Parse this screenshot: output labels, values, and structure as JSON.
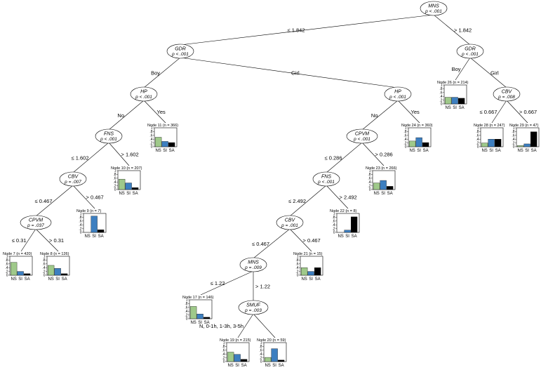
{
  "colors": {
    "NS": "#9fc98a",
    "SI": "#3d7fc0",
    "SA": "#000000",
    "stroke": "#000000"
  },
  "categories": [
    "NS",
    "SI",
    "SA"
  ],
  "y_ticks": [
    "0",
    ".2",
    ".4",
    ".6",
    ".8",
    "1"
  ],
  "inner_nodes": [
    {
      "id": "n1",
      "label": "MNS",
      "p": "p < .001"
    },
    {
      "id": "n2",
      "label": "GDR",
      "p": "p < .001"
    },
    {
      "id": "n3",
      "label": "HP",
      "p": "p < .001"
    },
    {
      "id": "n4",
      "label": "FNS",
      "p": "p < .001"
    },
    {
      "id": "n5",
      "label": "CBV",
      "p": "p = .007"
    },
    {
      "id": "n6",
      "label": "CPVM",
      "p": "p = .037"
    },
    {
      "id": "n12",
      "label": "HP",
      "p": "p < .001"
    },
    {
      "id": "n13",
      "label": "CPVM",
      "p": "p < .001"
    },
    {
      "id": "n14",
      "label": "FNS",
      "p": "p < .001"
    },
    {
      "id": "n15",
      "label": "CBV",
      "p": "p = .001"
    },
    {
      "id": "n16",
      "label": "MNS",
      "p": "p = .009"
    },
    {
      "id": "n18",
      "label": "SMUF",
      "p": "p = .003"
    },
    {
      "id": "n25",
      "label": "GDR",
      "p": "p < .001"
    },
    {
      "id": "n27",
      "label": "CBV",
      "p": "p = .008"
    }
  ],
  "edges": [
    {
      "from": "n1",
      "to": "n2",
      "label": "≤ 1.842"
    },
    {
      "from": "n1",
      "to": "n25",
      "label": "> 1.842"
    },
    {
      "from": "n2",
      "to": "n3",
      "label": "Boy"
    },
    {
      "from": "n2",
      "to": "n12",
      "label": "Girl"
    },
    {
      "from": "n3",
      "to": "n4",
      "label": "No"
    },
    {
      "from": "n3",
      "to": "l11",
      "label": "Yes"
    },
    {
      "from": "n4",
      "to": "n5",
      "label": "≤ 1.602"
    },
    {
      "from": "n4",
      "to": "l10",
      "label": "> 1.602"
    },
    {
      "from": "n5",
      "to": "n6",
      "label": "≤ 0.467"
    },
    {
      "from": "n5",
      "to": "l9",
      "label": "> 0.467"
    },
    {
      "from": "n6",
      "to": "l7",
      "label": "≤ 0.31"
    },
    {
      "from": "n6",
      "to": "l8",
      "label": "> 0.31"
    },
    {
      "from": "n12",
      "to": "n13",
      "label": "No"
    },
    {
      "from": "n12",
      "to": "l24",
      "label": "Yes"
    },
    {
      "from": "n13",
      "to": "n14",
      "label": "≤ 0.286"
    },
    {
      "from": "n13",
      "to": "l23",
      "label": "> 0.286"
    },
    {
      "from": "n14",
      "to": "n15",
      "label": "≤ 2.492"
    },
    {
      "from": "n14",
      "to": "l22",
      "label": "> 2.492"
    },
    {
      "from": "n15",
      "to": "n16",
      "label": "≤ 0.467"
    },
    {
      "from": "n15",
      "to": "l21",
      "label": "> 0.467"
    },
    {
      "from": "n16",
      "to": "l17",
      "label": "≤ 1.22"
    },
    {
      "from": "n16",
      "to": "n18",
      "label": "> 1.22"
    },
    {
      "from": "n18",
      "to": "l19",
      "label": "N, 0-1h, 1-3h, 3-5h"
    },
    {
      "from": "n18",
      "to": "l20",
      "label": ""
    },
    {
      "from": "n25",
      "to": "l26",
      "label": "Boy"
    },
    {
      "from": "n25",
      "to": "n27",
      "label": "Girl"
    },
    {
      "from": "n27",
      "to": "l28",
      "label": "≤ 0.667"
    },
    {
      "from": "n27",
      "to": "l29",
      "label": "> 0.667"
    }
  ],
  "leaves": [
    {
      "id": "l7",
      "title": "Node 7 (n = 420)",
      "values": [
        0.68,
        0.2,
        0.08
      ]
    },
    {
      "id": "l8",
      "title": "Node 8 (n = 126)",
      "values": [
        0.52,
        0.36,
        0.08
      ]
    },
    {
      "id": "l9",
      "title": "Node 9 (n = 7)",
      "values": [
        0.0,
        0.86,
        0.14
      ]
    },
    {
      "id": "l10",
      "title": "Node 10 (n = 207)",
      "values": [
        0.55,
        0.35,
        0.1
      ]
    },
    {
      "id": "l11",
      "title": "Node 11 (n = 366)",
      "values": [
        0.5,
        0.28,
        0.22
      ]
    },
    {
      "id": "l17",
      "title": "Node 17 (n = 146)",
      "values": [
        0.65,
        0.25,
        0.08
      ]
    },
    {
      "id": "l19",
      "title": "Node 19 (n = 215)",
      "values": [
        0.5,
        0.38,
        0.12
      ]
    },
    {
      "id": "l20",
      "title": "Node 20 (n = 59)",
      "values": [
        0.22,
        0.68,
        0.08
      ]
    },
    {
      "id": "l21",
      "title": "Node 21 (n = 15)",
      "values": [
        0.4,
        0.2,
        0.4
      ]
    },
    {
      "id": "l22",
      "title": "Node 22 (n = 8)",
      "values": [
        0.0,
        0.12,
        0.82
      ]
    },
    {
      "id": "l23",
      "title": "Node 23 (n = 266)",
      "values": [
        0.35,
        0.48,
        0.17
      ]
    },
    {
      "id": "l24",
      "title": "Node 24 (n = 360)",
      "values": [
        0.3,
        0.48,
        0.22
      ]
    },
    {
      "id": "l26",
      "title": "Node 26 (n = 214)",
      "values": [
        0.35,
        0.35,
        0.3
      ]
    },
    {
      "id": "l28",
      "title": "Node 28 (n = 247)",
      "values": [
        0.2,
        0.4,
        0.4
      ]
    },
    {
      "id": "l29",
      "title": "Node 29 (n = 47)",
      "values": [
        0.06,
        0.15,
        0.79
      ]
    }
  ]
}
